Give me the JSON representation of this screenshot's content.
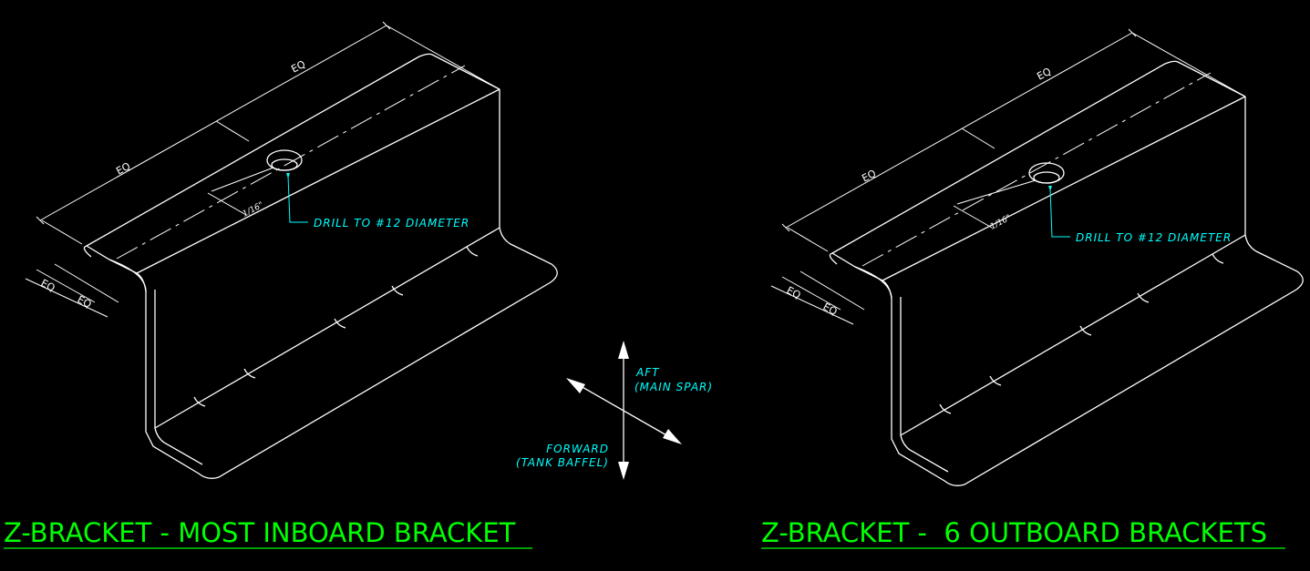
{
  "palette": {
    "background": "#000000",
    "linework": "#ffffff",
    "annotation": "#00ffff",
    "title": "#00ff00"
  },
  "views": [
    {
      "title": "Z-BRACKET - MOST INBOARD BRACKET",
      "dim_top_left": "EQ",
      "dim_top_right": "EQ",
      "dim_side_a": "EQ",
      "dim_side_b": "EQ",
      "edge_distance": "1/16\"",
      "drill_note": "DRILL TO #12 DIAMETER"
    },
    {
      "title": "Z-BRACKET -  6 OUTBOARD BRACKETS",
      "dim_top_left": "EQ",
      "dim_top_right": "EQ",
      "dim_side_a": "EQ",
      "dim_side_b": "EQ",
      "edge_distance": "1/16\"",
      "drill_note": "DRILL TO #12 DIAMETER"
    }
  ],
  "orientation": {
    "aft_label": "AFT",
    "aft_sub": "(MAIN SPAR)",
    "forward_label": "FORWARD",
    "forward_sub": "(TANK BAFFEL)"
  }
}
